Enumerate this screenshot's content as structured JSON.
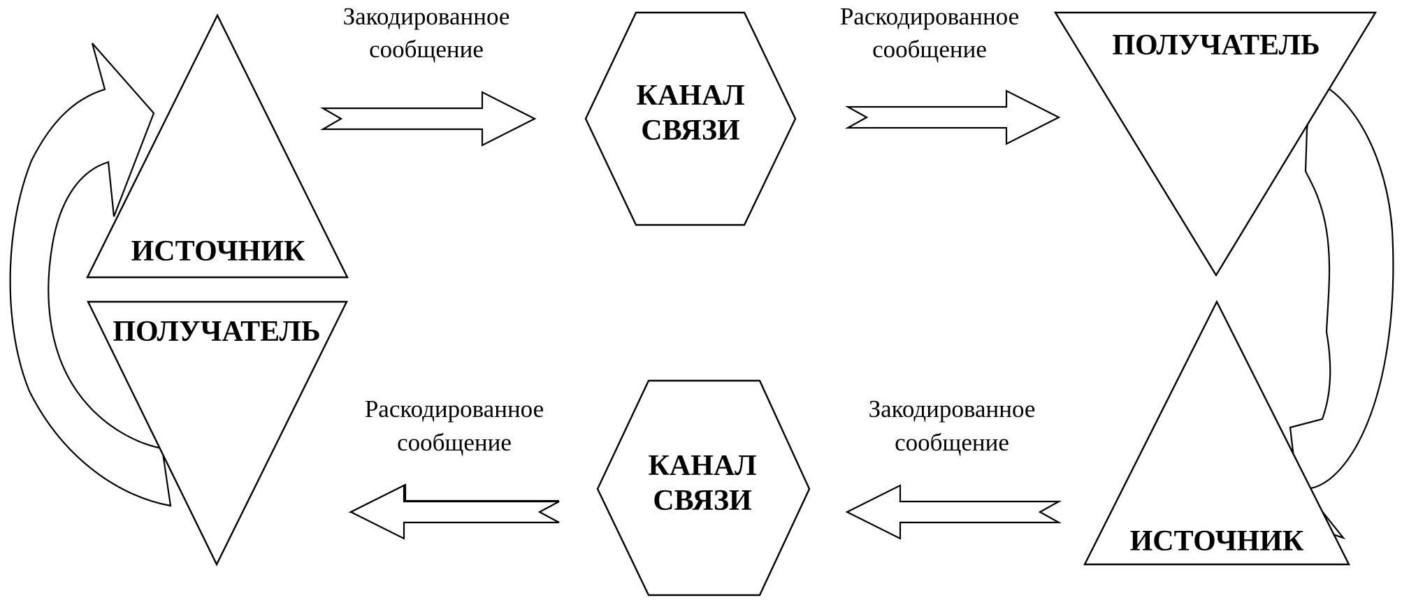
{
  "diagram": {
    "colors": {
      "stroke": "#000000",
      "fill": "#ffffff",
      "text": "#000000"
    },
    "left_top_triangle": {
      "label": "ИСТОЧНИК"
    },
    "left_bottom_triangle": {
      "label": "ПОЛУЧАТЕЛЬ"
    },
    "right_top_triangle": {
      "label": "ПОЛУЧАТЕЛЬ"
    },
    "right_bottom_triangle": {
      "label": "ИСТОЧНИК"
    },
    "channel_top": {
      "line1": "КАНАЛ",
      "line2": "СВЯЗИ"
    },
    "channel_bottom": {
      "line1": "КАНАЛ",
      "line2": "СВЯЗИ"
    },
    "top_left_message": {
      "line1": "Закодированное",
      "line2": "сообщение"
    },
    "top_right_message": {
      "line1": "Раскодированное",
      "line2": "сообщение"
    },
    "bottom_left_message": {
      "line1": "Раскодированное",
      "line2": "сообщение"
    },
    "bottom_right_message": {
      "line1": "Закодированное",
      "line2": "сообщение"
    }
  }
}
